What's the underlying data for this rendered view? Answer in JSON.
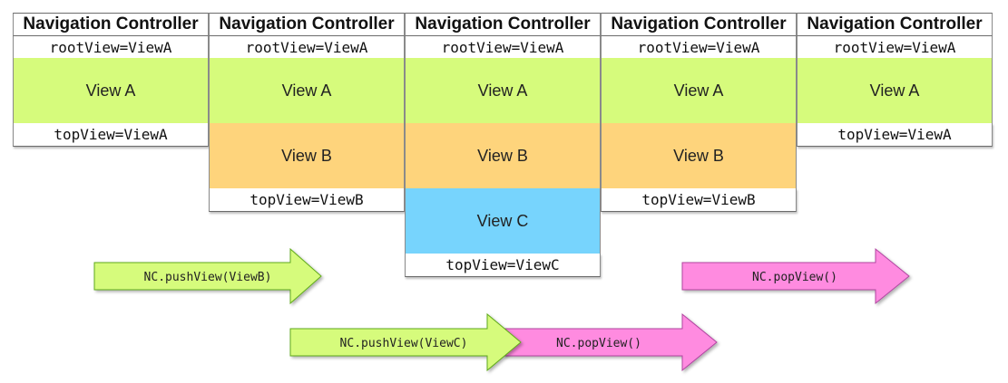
{
  "columns": [
    {
      "header": "Navigation Controller",
      "root": "rootView=ViewA",
      "views": [
        "View A"
      ],
      "top": "topView=ViewA"
    },
    {
      "header": "Navigation Controller",
      "root": "rootView=ViewA",
      "views": [
        "View A",
        "View B"
      ],
      "top": "topView=ViewB"
    },
    {
      "header": "Navigation Controller",
      "root": "rootView=ViewA",
      "views": [
        "View A",
        "View B",
        "View C"
      ],
      "top": "topView=ViewC"
    },
    {
      "header": "Navigation Controller",
      "root": "rootView=ViewA",
      "views": [
        "View A",
        "View B"
      ],
      "top": "topView=ViewB"
    },
    {
      "header": "Navigation Controller",
      "root": "rootView=ViewA",
      "views": [
        "View A"
      ],
      "top": "topView=ViewA"
    }
  ],
  "arrows": {
    "push_b": "NC.pushView(ViewB)",
    "push_c": "NC.pushView(ViewC)",
    "pop_1": "NC.popView()",
    "pop_2": "NC.popView()"
  },
  "colors": {
    "view_a": "#d6fb7c",
    "view_b": "#fed47c",
    "view_c": "#77d4fd",
    "push_arrow": "#d6fb7c",
    "pop_arrow": "#ff8be0"
  }
}
